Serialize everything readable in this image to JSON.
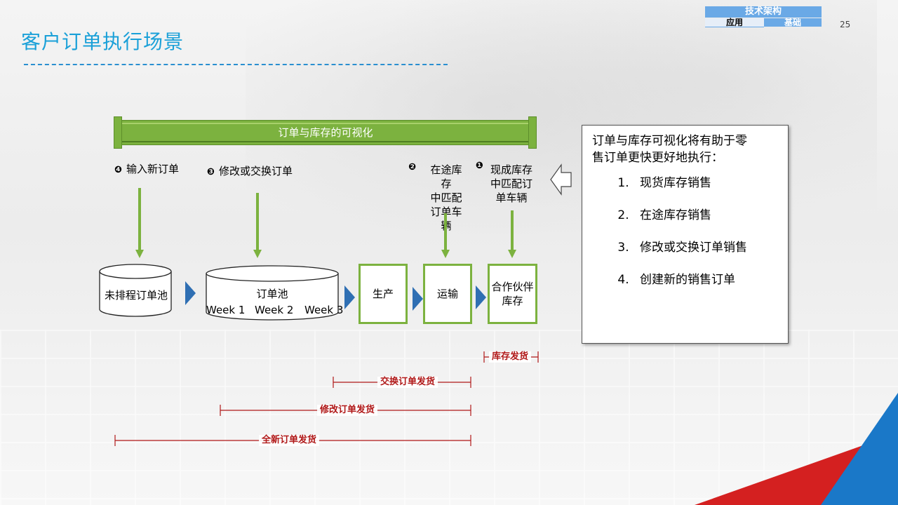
{
  "slide": {
    "title": "客户订单执行场景",
    "page_number": "25",
    "tags": {
      "top": "技术架构",
      "left": "应用",
      "right": "基础"
    }
  },
  "visibility_bar": {
    "label": "订单与库存的可视化"
  },
  "steps": {
    "s4": {
      "num": "❹",
      "label": "输入新订单"
    },
    "s3": {
      "num": "❸",
      "label": "修改或交换订单"
    },
    "s2": {
      "num": "❷",
      "lines": [
        "在途库",
        "存",
        "中匹配",
        "订单车",
        "辆"
      ]
    },
    "s1": {
      "num": "❶",
      "lines": [
        "现成库存",
        "中匹配订",
        "单车辆"
      ]
    }
  },
  "flow": {
    "pool_unscheduled": "未排程订单池",
    "order_pool": {
      "title": "订单池",
      "weeks": [
        "Week 1",
        "Week 2",
        "Week 3"
      ]
    },
    "production": "生产",
    "transport": "运输",
    "partner_inventory": [
      "合作伙伴",
      "库存"
    ]
  },
  "info_box": {
    "heading_lines": [
      "订单与库存可视化将有助于零",
      "售订单更快更好地执行："
    ],
    "items": [
      "现货库存销售",
      "在途库存销售",
      "修改或交换订单销售",
      "创建新的销售订单"
    ]
  },
  "spans": {
    "inventory": "库存发货",
    "exchange": "交换订单发货",
    "modify": "修改订单发货",
    "new": "全新订单发货"
  },
  "colors": {
    "title": "#1aa0d8",
    "green": "#7cb23f",
    "arrow_blue": "#2f6fb3",
    "span_red": "#b01818",
    "corner_red": "#d42020",
    "corner_blue": "#1a78c8"
  }
}
